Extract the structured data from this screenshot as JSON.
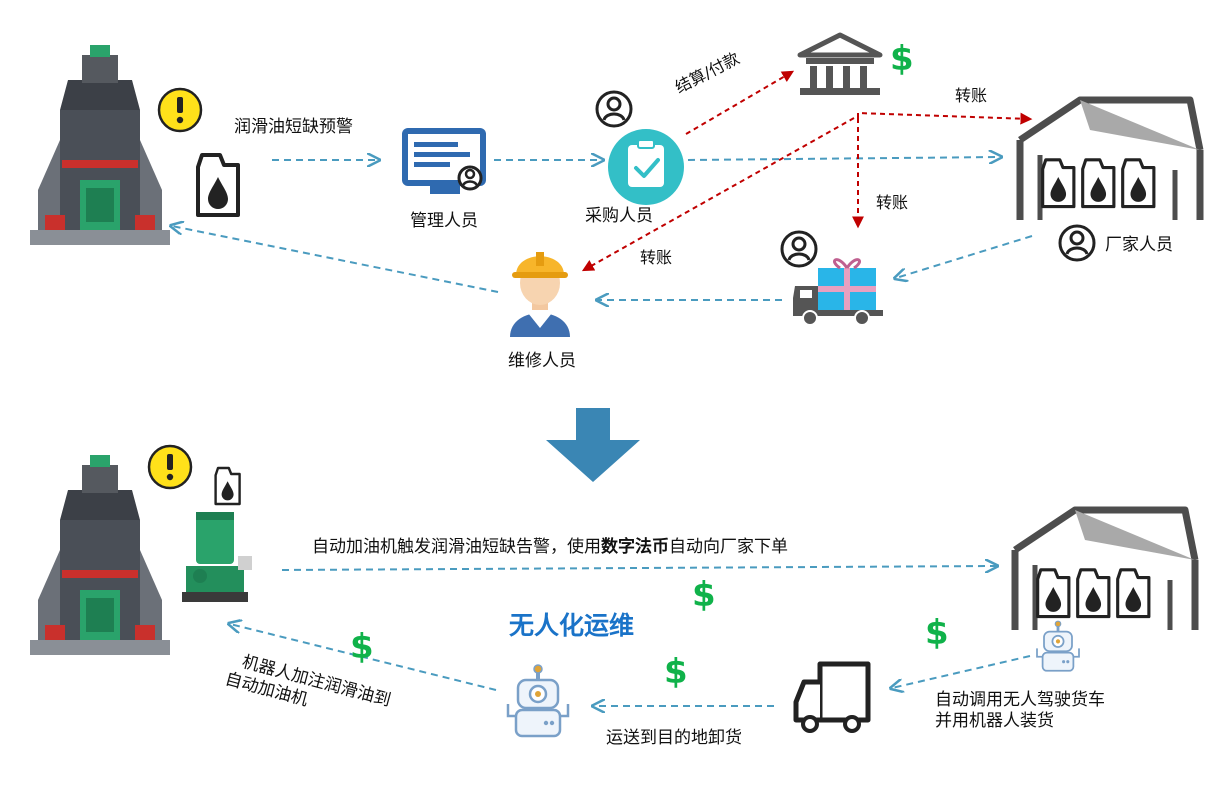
{
  "colors": {
    "flow_arrow": "#4a9bbf",
    "payment_arrow": "#c00000",
    "dollar": "#10b24a",
    "title": "#1a73c8",
    "transition_arrow": "#3a86b4",
    "warning_fill": "#ffe11a",
    "mill_dark": "#4a4f57",
    "mill_green": "#2aa36b",
    "dark_icon": "#222222",
    "monitor_blue": "#2f6ab0"
  },
  "top": {
    "lubricant_shortage_warning": "润滑油短缺预警",
    "manager": "管理人员",
    "purchaser": "采购人员",
    "settle_pay": "结算/付款",
    "transfer_to_manufacturer": "转账",
    "transfer_to_supplier": "转账",
    "transfer_to_maintenance": "转账",
    "manufacturer_staff": "厂家人员",
    "maintenance_staff": "维修人员"
  },
  "bottom": {
    "auto_order_prefix": "自动加油机触发润滑油短缺告警，使用",
    "auto_order_emphasis": "数字法币",
    "auto_order_suffix": "自动向厂家下单",
    "title": "无人化运维",
    "robot_refill_line1": "机器人加注润滑油到",
    "robot_refill_line2": "自动加油机",
    "deliver_unload": "运送到目的地卸货",
    "dispatch_line1": "自动调用无人驾驶货车",
    "dispatch_line2": "并用机器人装货",
    "dollar_symbol": "$"
  }
}
